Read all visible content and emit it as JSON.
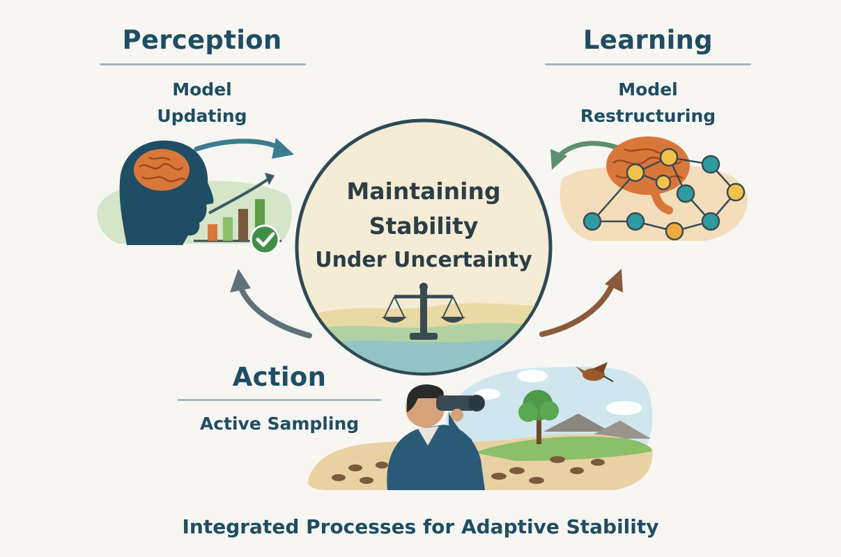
{
  "perception": {
    "title": "Perception",
    "subtitle_line1": "Model",
    "subtitle_line2": "Updating"
  },
  "learning": {
    "title": "Learning",
    "subtitle_line1": "Model",
    "subtitle_line2": "Restructuring"
  },
  "action": {
    "title": "Action",
    "subtitle": "Active Sampling"
  },
  "center": {
    "line1": "Maintaining",
    "line2": "Stability",
    "line3": "Under Uncertainty"
  },
  "footer": "Integrated Processes for Adaptive Stability",
  "colors": {
    "navy_text": "#1f4d63",
    "teal_arrow": "#3b7d8f",
    "gray_arrow": "#5f717a",
    "brown_arrow": "#8a5a3c",
    "brain_orange": "#d9773a",
    "node_teal": "#2f9aa0",
    "node_yellow": "#f2c24b",
    "center_fill": "#f5ecd6",
    "center_border": "#2d4a55"
  },
  "icons": {
    "perception": [
      "head-silhouette-icon",
      "brain-icon",
      "bar-chart-icon",
      "trend-arrow-icon",
      "checkmark-icon"
    ],
    "learning": [
      "brain-icon",
      "network-nodes-icon"
    ],
    "center": [
      "balance-scale-icon"
    ],
    "action": [
      "person-binoculars-icon",
      "tree-icon",
      "mountain-icon",
      "bird-icon",
      "footprints-icon"
    ]
  }
}
